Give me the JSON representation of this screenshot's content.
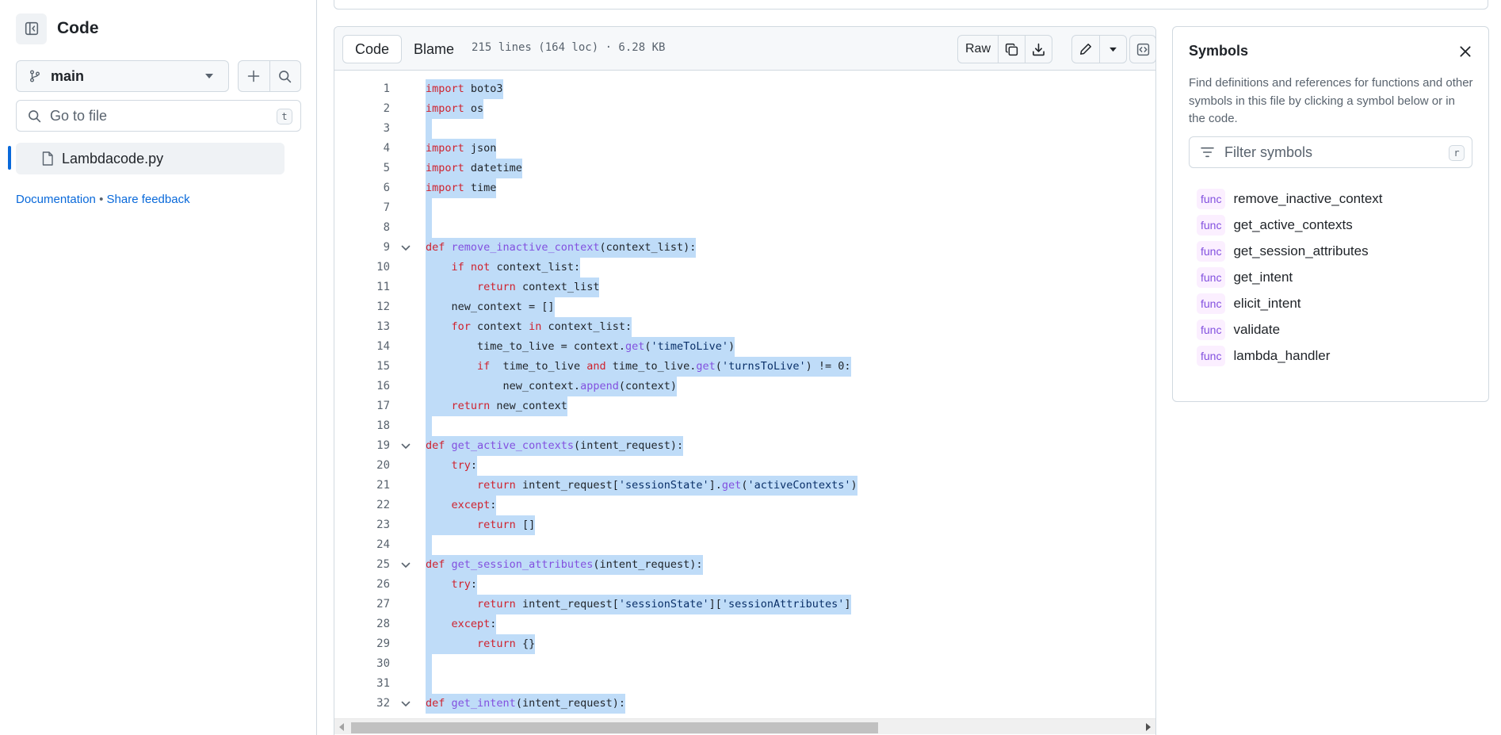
{
  "sidebar": {
    "title": "Code",
    "branch": "main",
    "search_placeholder": "Go to file",
    "search_shortcut": "t",
    "file": "Lambdacode.py",
    "link_docs": "Documentation",
    "separator": "•",
    "link_feedback": "Share feedback"
  },
  "code_header": {
    "tab_code": "Code",
    "tab_blame": "Blame",
    "meta": "215 lines (164 loc) · 6.28 KB",
    "raw_label": "Raw"
  },
  "code": {
    "lines": [
      {
        "n": "1",
        "fold": false,
        "tokens": [
          [
            "k",
            "import"
          ],
          [
            "p",
            " boto3"
          ]
        ]
      },
      {
        "n": "2",
        "fold": false,
        "tokens": [
          [
            "k",
            "import"
          ],
          [
            "p",
            " os"
          ]
        ]
      },
      {
        "n": "3",
        "fold": false,
        "tokens": [
          [
            "p",
            " "
          ]
        ]
      },
      {
        "n": "4",
        "fold": false,
        "tokens": [
          [
            "k",
            "import"
          ],
          [
            "p",
            " json"
          ]
        ]
      },
      {
        "n": "5",
        "fold": false,
        "tokens": [
          [
            "k",
            "import"
          ],
          [
            "p",
            " datetime"
          ]
        ]
      },
      {
        "n": "6",
        "fold": false,
        "tokens": [
          [
            "k",
            "import"
          ],
          [
            "p",
            " time"
          ]
        ]
      },
      {
        "n": "7",
        "fold": false,
        "tokens": [
          [
            "p",
            " "
          ]
        ]
      },
      {
        "n": "8",
        "fold": false,
        "tokens": [
          [
            "p",
            " "
          ]
        ]
      },
      {
        "n": "9",
        "fold": true,
        "tokens": [
          [
            "k",
            "def"
          ],
          [
            "p",
            " "
          ],
          [
            "f",
            "remove_inactive_context"
          ],
          [
            "p",
            "(context_list):"
          ]
        ]
      },
      {
        "n": "10",
        "fold": false,
        "tokens": [
          [
            "p",
            "    "
          ],
          [
            "k",
            "if"
          ],
          [
            "p",
            " "
          ],
          [
            "k",
            "not"
          ],
          [
            "p",
            " context_list:"
          ]
        ]
      },
      {
        "n": "11",
        "fold": false,
        "tokens": [
          [
            "p",
            "        "
          ],
          [
            "k",
            "return"
          ],
          [
            "p",
            " context_list"
          ]
        ]
      },
      {
        "n": "12",
        "fold": false,
        "tokens": [
          [
            "p",
            "    new_context = []"
          ]
        ]
      },
      {
        "n": "13",
        "fold": false,
        "tokens": [
          [
            "p",
            "    "
          ],
          [
            "k",
            "for"
          ],
          [
            "p",
            " context "
          ],
          [
            "k",
            "in"
          ],
          [
            "p",
            " context_list:"
          ]
        ]
      },
      {
        "n": "14",
        "fold": false,
        "tokens": [
          [
            "p",
            "        time_to_live = context."
          ],
          [
            "f",
            "get"
          ],
          [
            "p",
            "("
          ],
          [
            "s",
            "'timeToLive'"
          ],
          [
            "p",
            ")"
          ]
        ]
      },
      {
        "n": "15",
        "fold": false,
        "tokens": [
          [
            "p",
            "        "
          ],
          [
            "k",
            "if"
          ],
          [
            "p",
            "  time_to_live "
          ],
          [
            "k",
            "and"
          ],
          [
            "p",
            " time_to_live."
          ],
          [
            "f",
            "get"
          ],
          [
            "p",
            "("
          ],
          [
            "s",
            "'turnsToLive'"
          ],
          [
            "p",
            ") != 0:"
          ]
        ]
      },
      {
        "n": "16",
        "fold": false,
        "tokens": [
          [
            "p",
            "            new_context."
          ],
          [
            "f",
            "append"
          ],
          [
            "p",
            "(context)"
          ]
        ]
      },
      {
        "n": "17",
        "fold": false,
        "tokens": [
          [
            "p",
            "    "
          ],
          [
            "k",
            "return"
          ],
          [
            "p",
            " new_context"
          ]
        ]
      },
      {
        "n": "18",
        "fold": false,
        "tokens": [
          [
            "p",
            " "
          ]
        ]
      },
      {
        "n": "19",
        "fold": true,
        "tokens": [
          [
            "k",
            "def"
          ],
          [
            "p",
            " "
          ],
          [
            "f",
            "get_active_contexts"
          ],
          [
            "p",
            "(intent_request):"
          ]
        ]
      },
      {
        "n": "20",
        "fold": false,
        "tokens": [
          [
            "p",
            "    "
          ],
          [
            "k",
            "try"
          ],
          [
            "p",
            ":"
          ]
        ]
      },
      {
        "n": "21",
        "fold": false,
        "tokens": [
          [
            "p",
            "        "
          ],
          [
            "k",
            "return"
          ],
          [
            "p",
            " intent_request["
          ],
          [
            "s",
            "'sessionState'"
          ],
          [
            "p",
            "]."
          ],
          [
            "f",
            "get"
          ],
          [
            "p",
            "("
          ],
          [
            "s",
            "'activeContexts'"
          ],
          [
            "p",
            ")"
          ]
        ]
      },
      {
        "n": "22",
        "fold": false,
        "tokens": [
          [
            "p",
            "    "
          ],
          [
            "k",
            "except"
          ],
          [
            "p",
            ":"
          ]
        ]
      },
      {
        "n": "23",
        "fold": false,
        "tokens": [
          [
            "p",
            "        "
          ],
          [
            "k",
            "return"
          ],
          [
            "p",
            " []"
          ]
        ]
      },
      {
        "n": "24",
        "fold": false,
        "tokens": [
          [
            "p",
            " "
          ]
        ]
      },
      {
        "n": "25",
        "fold": true,
        "tokens": [
          [
            "k",
            "def"
          ],
          [
            "p",
            " "
          ],
          [
            "f",
            "get_session_attributes"
          ],
          [
            "p",
            "(intent_request):"
          ]
        ]
      },
      {
        "n": "26",
        "fold": false,
        "tokens": [
          [
            "p",
            "    "
          ],
          [
            "k",
            "try"
          ],
          [
            "p",
            ":"
          ]
        ]
      },
      {
        "n": "27",
        "fold": false,
        "tokens": [
          [
            "p",
            "        "
          ],
          [
            "k",
            "return"
          ],
          [
            "p",
            " intent_request["
          ],
          [
            "s",
            "'sessionState'"
          ],
          [
            "p",
            "]["
          ],
          [
            "s",
            "'sessionAttributes'"
          ],
          [
            "p",
            "]"
          ]
        ]
      },
      {
        "n": "28",
        "fold": false,
        "tokens": [
          [
            "p",
            "    "
          ],
          [
            "k",
            "except"
          ],
          [
            "p",
            ":"
          ]
        ]
      },
      {
        "n": "29",
        "fold": false,
        "tokens": [
          [
            "p",
            "        "
          ],
          [
            "k",
            "return"
          ],
          [
            "p",
            " {}"
          ]
        ]
      },
      {
        "n": "30",
        "fold": false,
        "tokens": [
          [
            "p",
            " "
          ]
        ]
      },
      {
        "n": "31",
        "fold": false,
        "tokens": [
          [
            "p",
            " "
          ]
        ]
      },
      {
        "n": "32",
        "fold": true,
        "tokens": [
          [
            "k",
            "def"
          ],
          [
            "p",
            " "
          ],
          [
            "f",
            "get_intent"
          ],
          [
            "p",
            "(intent_request):"
          ]
        ]
      }
    ]
  },
  "symbols": {
    "title": "Symbols",
    "description": "Find definitions and references for functions and other symbols in this file by clicking a symbol below or in the code.",
    "filter_placeholder": "Filter symbols",
    "filter_shortcut": "r",
    "items": [
      {
        "kind": "func",
        "name": "remove_inactive_context"
      },
      {
        "kind": "func",
        "name": "get_active_contexts"
      },
      {
        "kind": "func",
        "name": "get_session_attributes"
      },
      {
        "kind": "func",
        "name": "get_intent"
      },
      {
        "kind": "func",
        "name": "elicit_intent"
      },
      {
        "kind": "func",
        "name": "validate"
      },
      {
        "kind": "func",
        "name": "lambda_handler"
      }
    ]
  },
  "colors": {
    "accent": "#0969da",
    "selection": "#bfdcf8",
    "keyword": "#cf222e",
    "function": "#8250df",
    "string": "#0a3069",
    "func_badge_bg": "#fbefff"
  },
  "icons": [
    "sidebar-collapse-icon",
    "git-branch-icon",
    "caret-down-icon",
    "plus-icon",
    "search-icon",
    "file-icon",
    "copy-icon",
    "download-icon",
    "pencil-icon",
    "code-square-icon",
    "close-icon",
    "filter-icon",
    "chevron-down-icon"
  ]
}
